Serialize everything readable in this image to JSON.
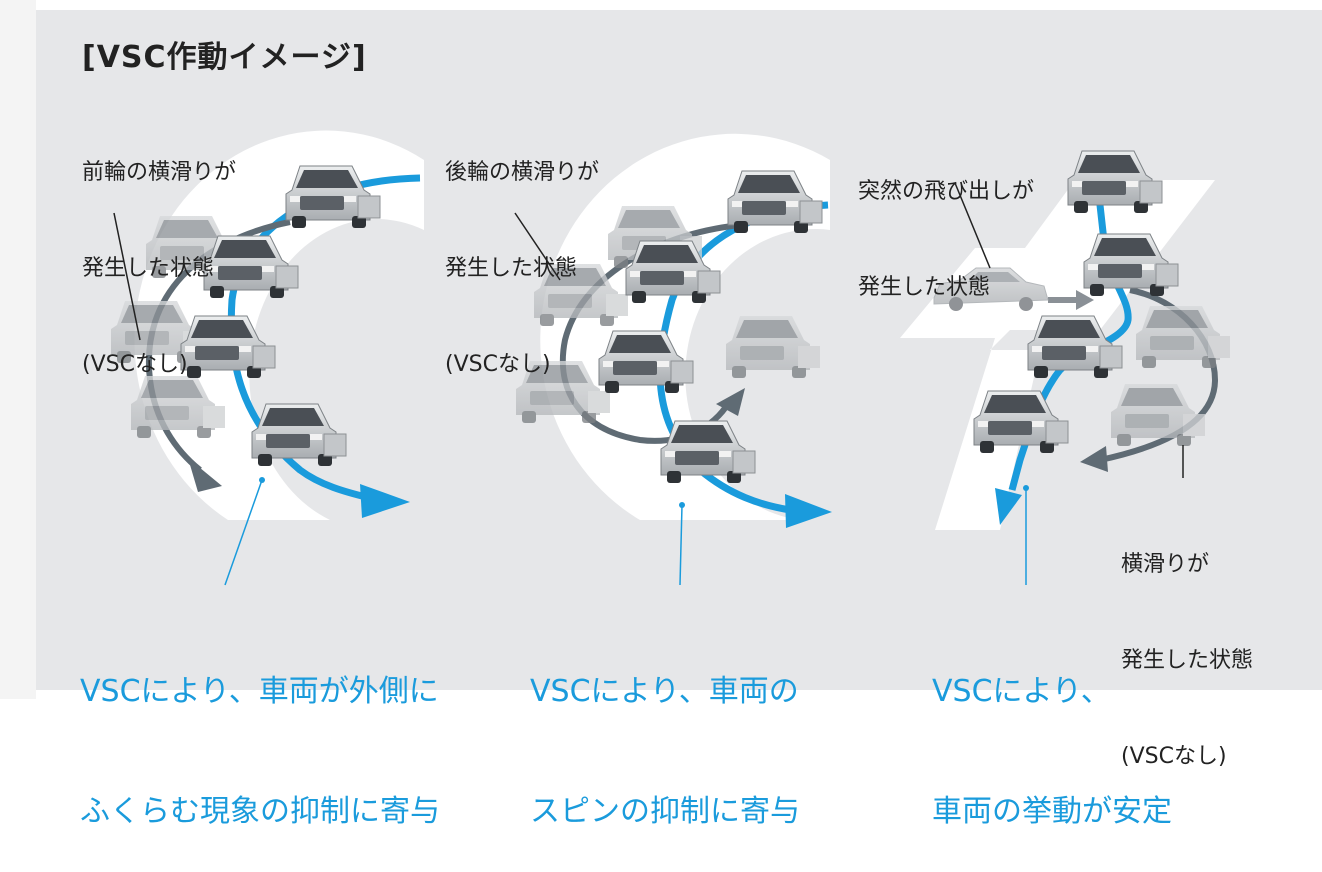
{
  "title": "[VSC作動イメージ]",
  "panels": [
    {
      "label_lines": [
        "前輪の横滑りが",
        "発生した状態",
        "(VSCなし)"
      ],
      "caption_lines": [
        "VSCにより、車両が外側に",
        "ふくらむ現象の抑制に寄与"
      ]
    },
    {
      "label_lines": [
        "後輪の横滑りが",
        "発生した状態",
        "(VSCなし)"
      ],
      "caption_lines": [
        "VSCにより、車両の",
        "スピンの抑制に寄与"
      ]
    },
    {
      "label_lines": [
        "突然の飛び出しが",
        "発生した状態"
      ],
      "caption_lines": [
        "VSCにより、",
        "車両の挙動が安定"
      ],
      "skid_label_lines": [
        "横滑りが",
        "発生した状態",
        "(VSCなし)"
      ]
    }
  ],
  "colors": {
    "accent": "#1a9bdc",
    "gray_arrow": "#5f6b74",
    "panel_bg": "#e6e7e9",
    "road": "#ffffff"
  }
}
